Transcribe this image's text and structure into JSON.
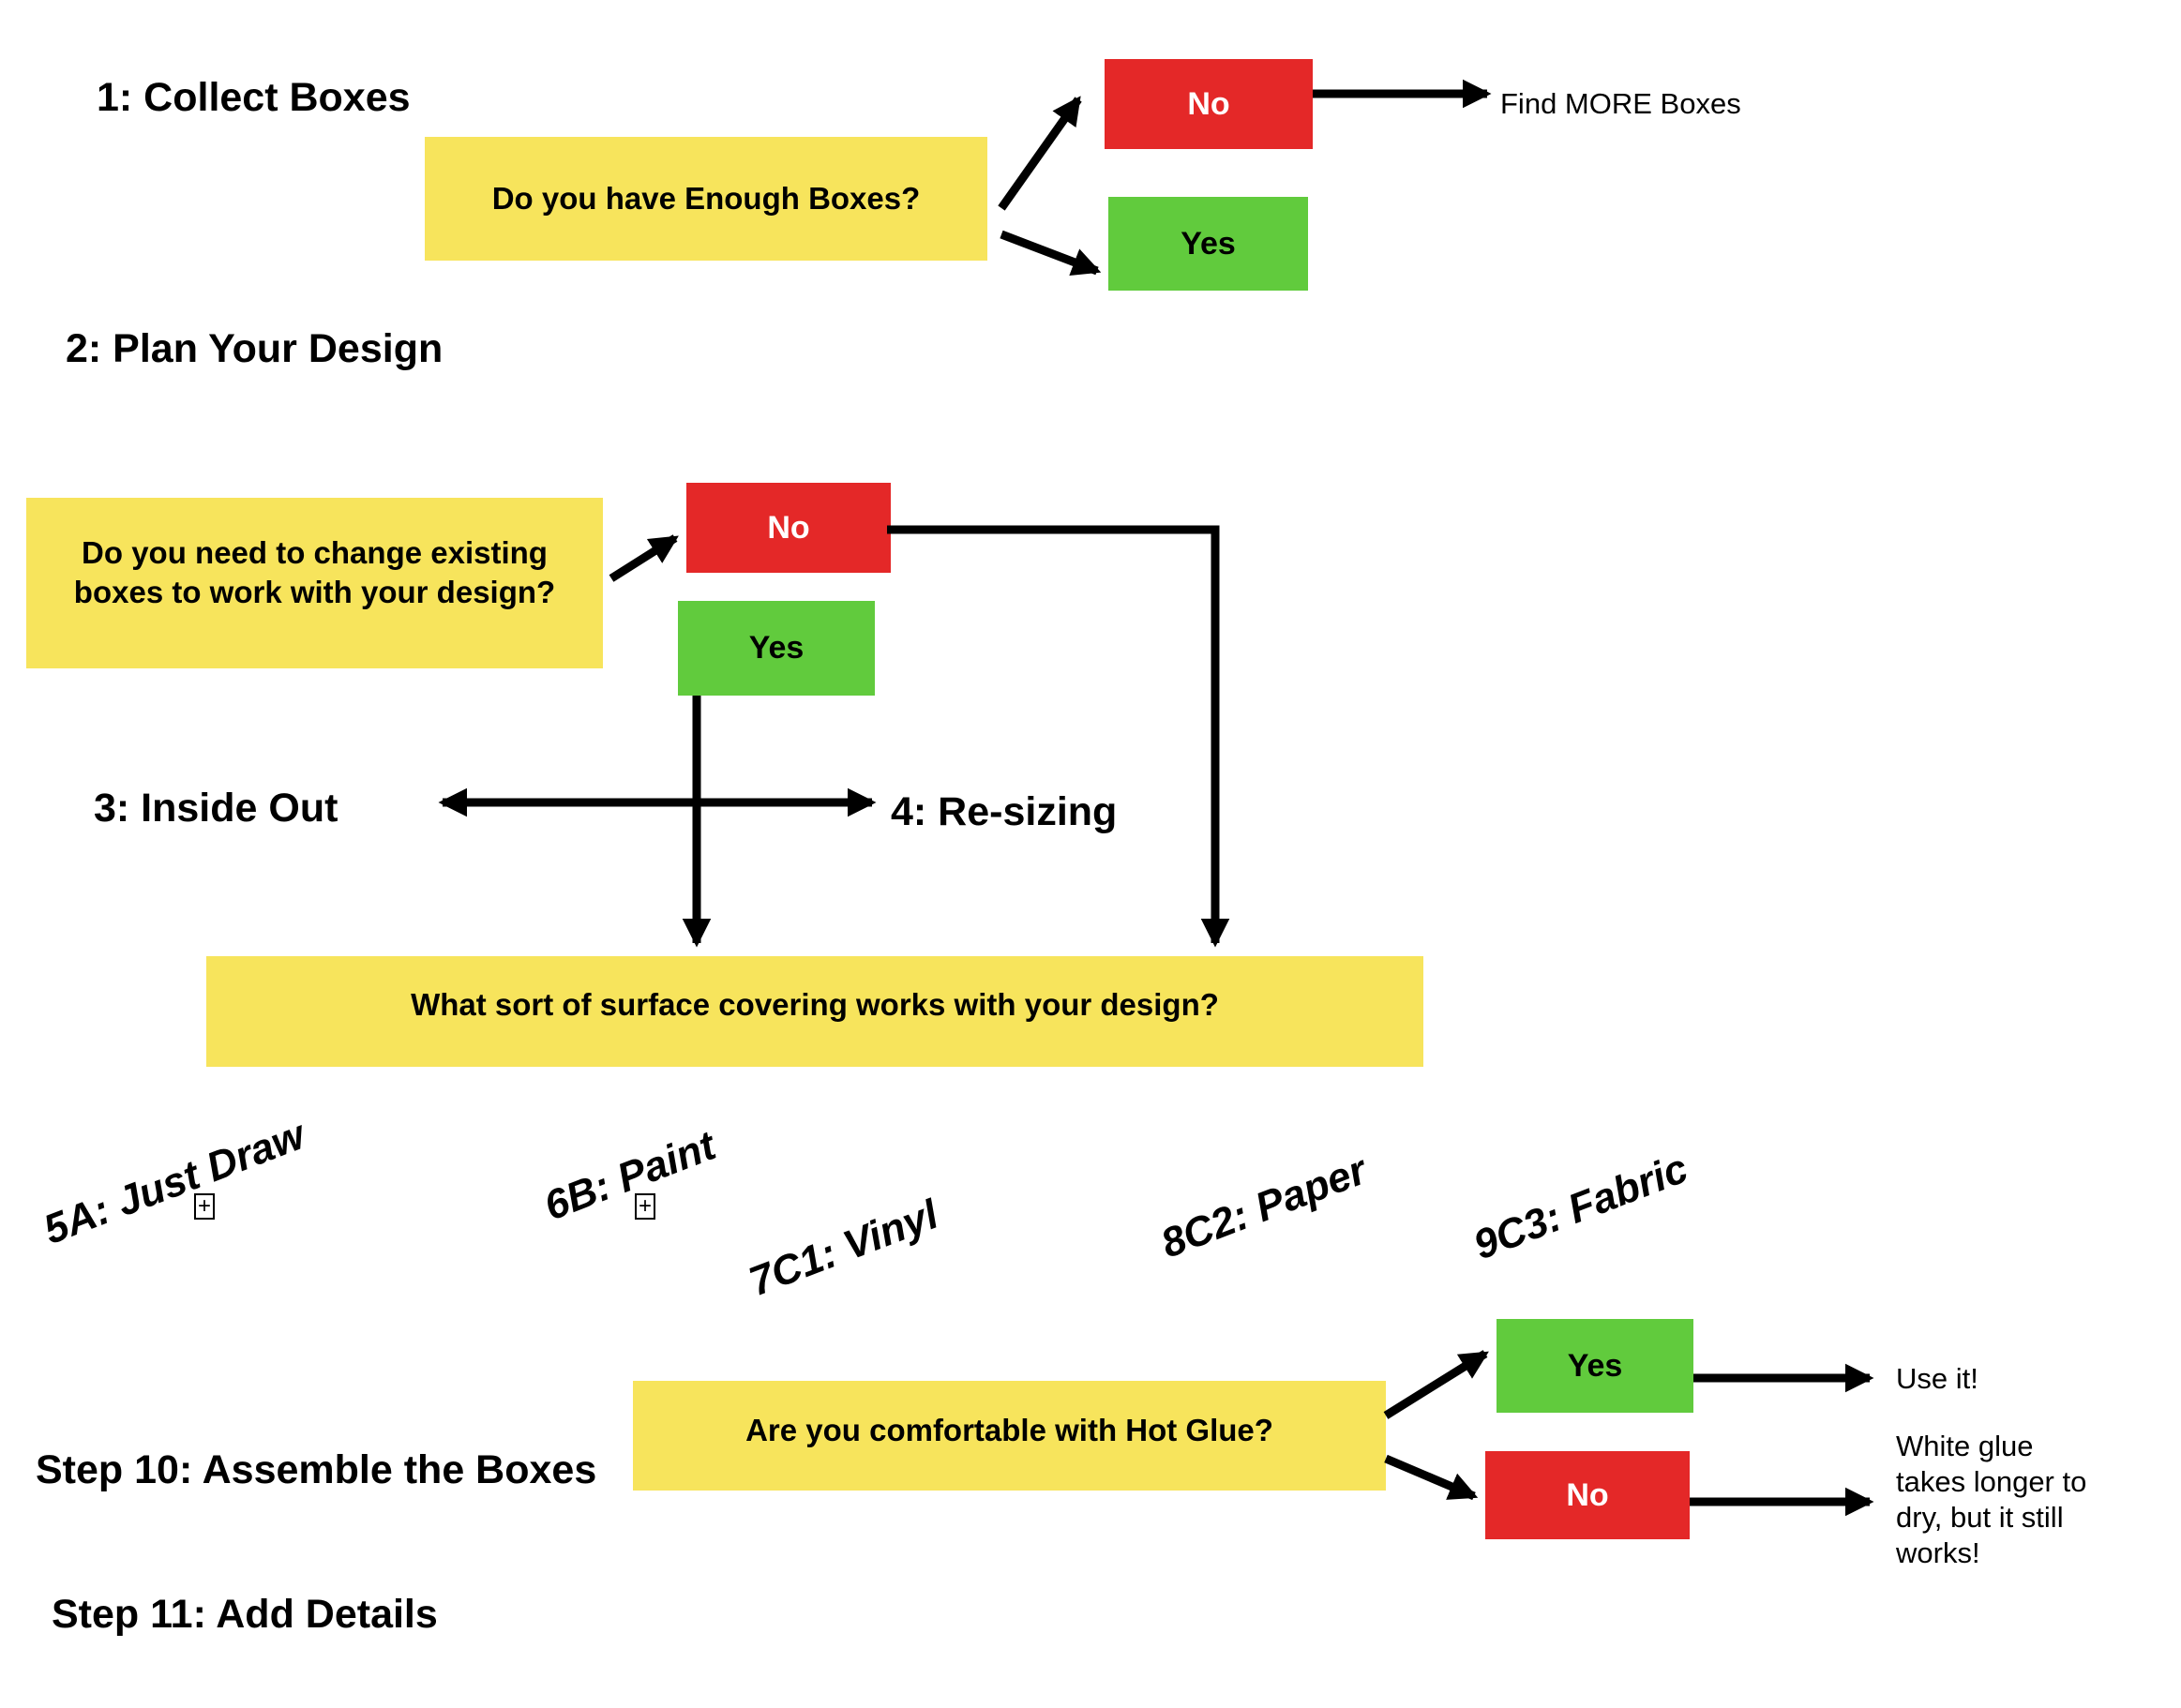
{
  "colors": {
    "yellow": "#F7E45C",
    "red": "#E42828",
    "green": "#61CB3D",
    "line": "#000000"
  },
  "headings": {
    "step1": "1: Collect Boxes",
    "step2": "2: Plan Your Design",
    "step3": "3: Inside Out",
    "step4": "4: Re-sizing",
    "step10": "Step 10: Assemble the Boxes",
    "step11": "Step 11: Add Details"
  },
  "questions": {
    "enough_boxes": "Do you have Enough Boxes?",
    "change_boxes": "Do you need to change existing boxes to work with your design?",
    "surface_covering": "What sort of surface covering works with your design?",
    "hot_glue": "Are you comfortable with Hot Glue?"
  },
  "answers": {
    "enough_no": "No",
    "enough_yes": "Yes",
    "change_no": "No",
    "change_yes": "Yes",
    "glue_yes": "Yes",
    "glue_no": "No"
  },
  "outcomes": {
    "find_more": "Find MORE Boxes",
    "use_it": "Use it!",
    "white_glue_lines": [
      "White glue",
      "takes longer to",
      "dry, but it still",
      "works!"
    ]
  },
  "branches": {
    "just_draw": "5A: Just Draw",
    "paint": "6B: Paint",
    "vinyl": "7C1: Vinyl",
    "paper": "8C2: Paper",
    "fabric": "9C3: Fabric"
  },
  "icons": {
    "expand_plus_char": "+"
  }
}
